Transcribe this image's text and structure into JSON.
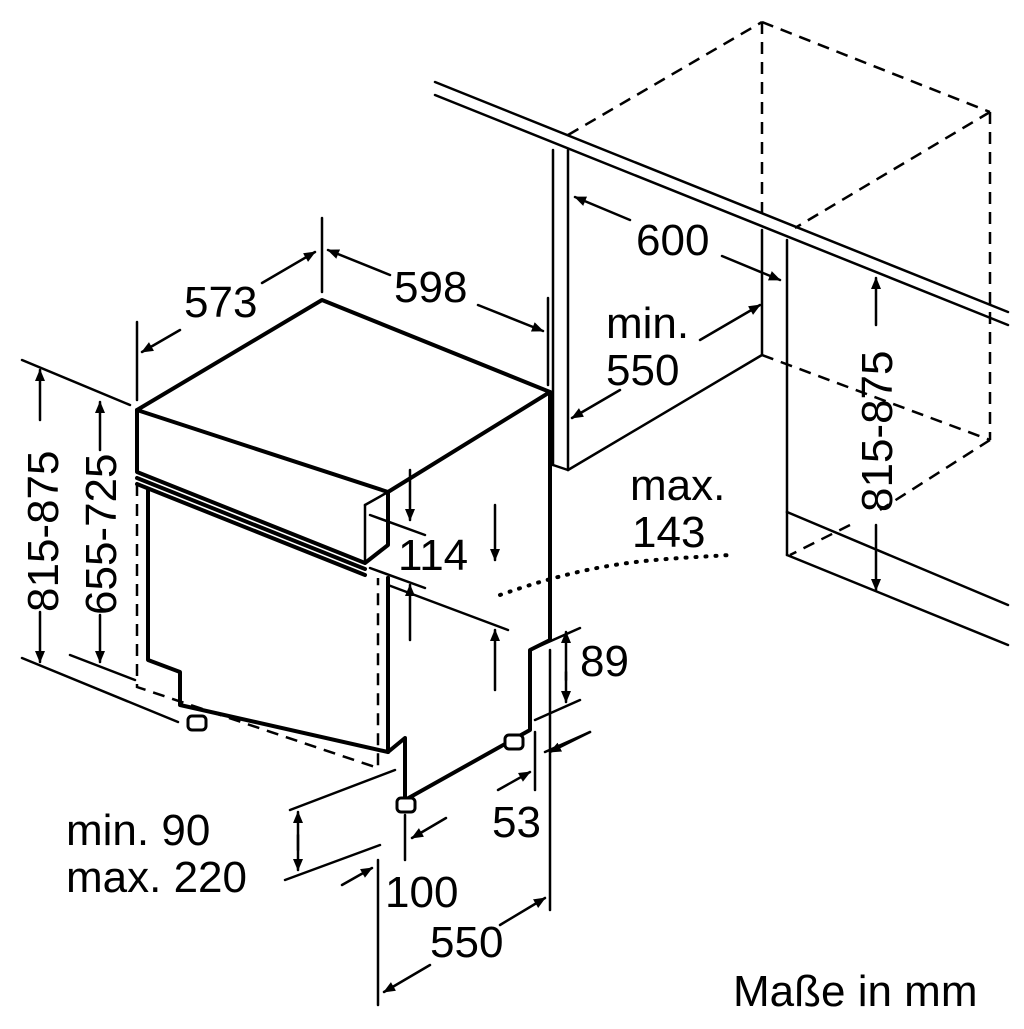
{
  "diagram": {
    "unit_note": "Maße in mm",
    "labels": {
      "depth_top": "573",
      "width_top": "598",
      "niche_width": "600",
      "niche_depth_min": "min.",
      "niche_depth_val": "550",
      "max_label": "max.",
      "max_value": "143",
      "niche_height": "815-875",
      "height_outer": "815-875",
      "height_inner": "655-725",
      "panel": "114",
      "plinth": "89",
      "plinth_depth": "53",
      "foot_min": "min. 90",
      "foot_max": "max. 220",
      "foot_offset": "100",
      "bottom_depth": "550"
    }
  }
}
